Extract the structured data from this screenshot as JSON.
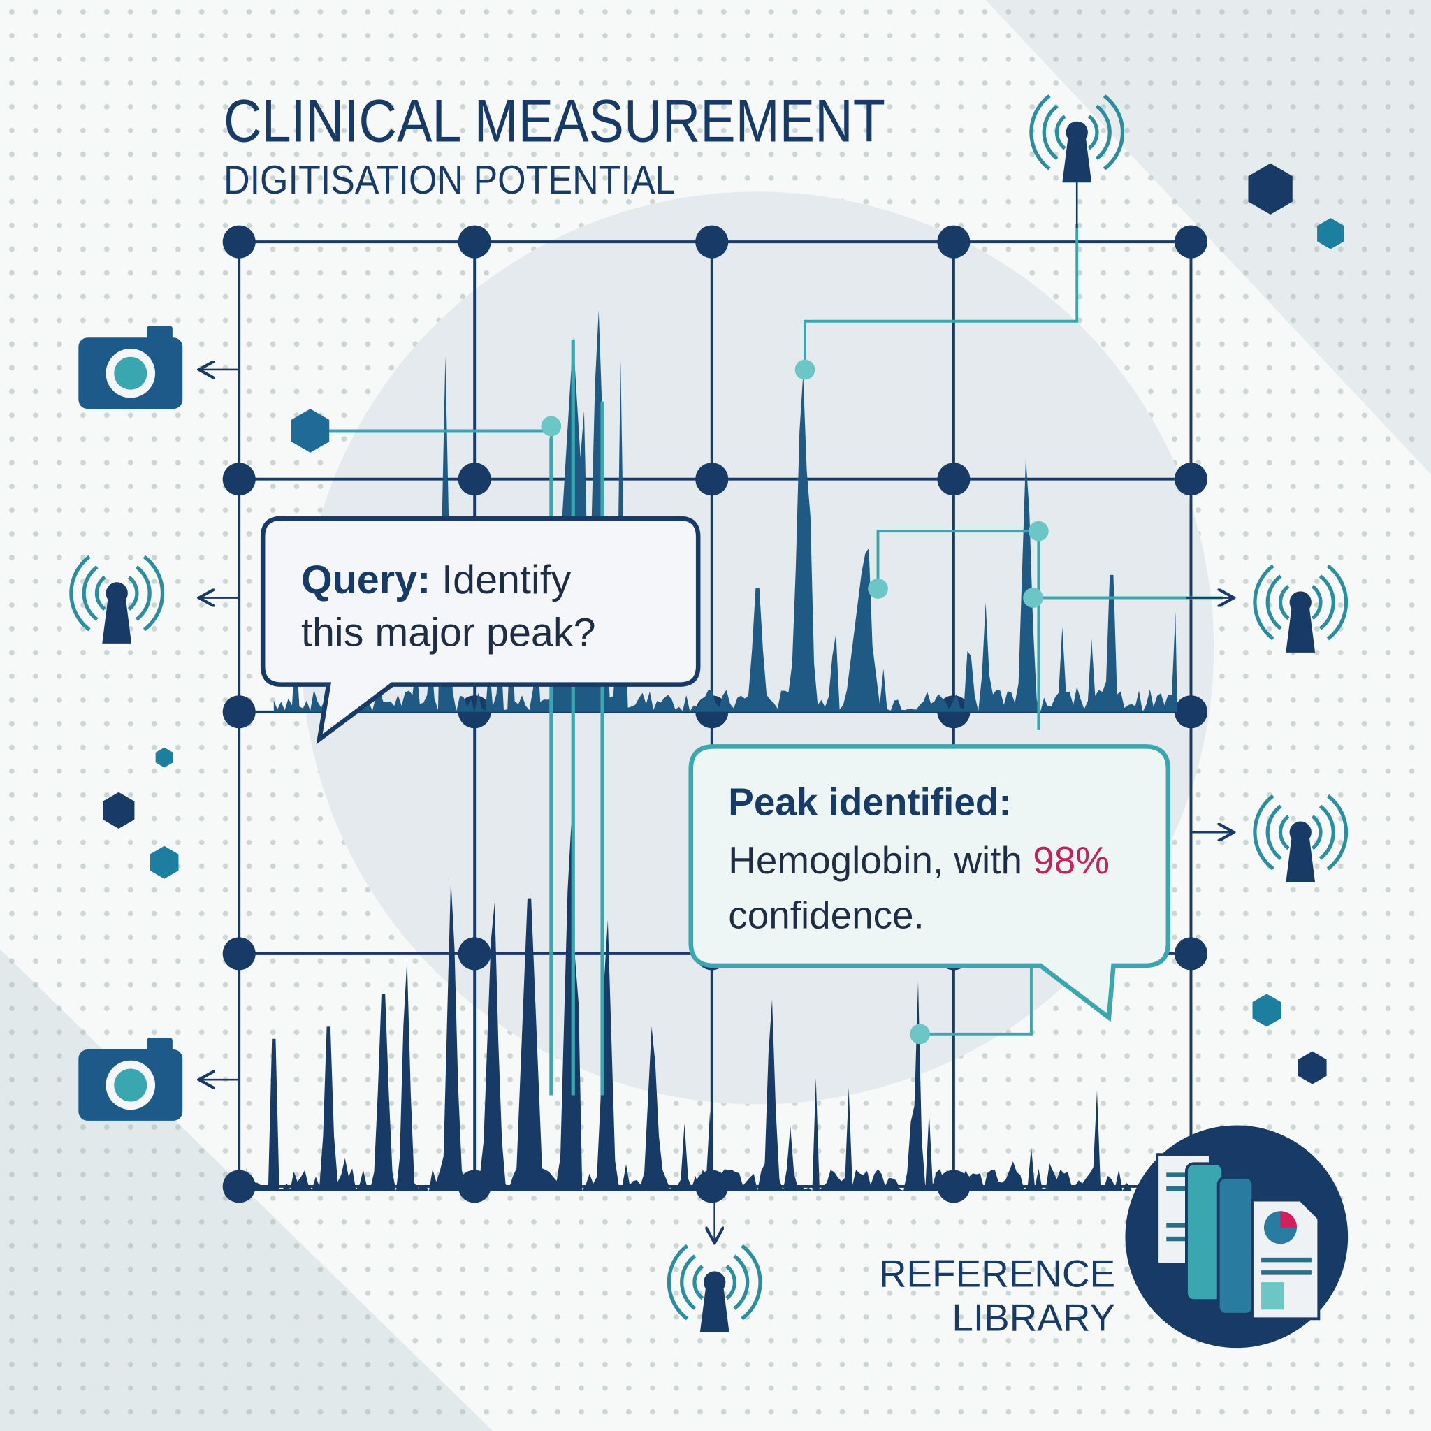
{
  "header": {
    "title": "CLINICAL MEASUREMENT",
    "subtitle": "DIGITISATION POTENTIAL"
  },
  "query_bubble": {
    "label": "Query:",
    "line1_rest": "Identify",
    "line2": "this major peak?"
  },
  "answer_bubble": {
    "label": "Peak identified:",
    "line2_text": "Hemoglobin, with",
    "confidence": "98%",
    "line3": "confidence."
  },
  "library": {
    "line1": "REFERENCE",
    "line2": "LIBRARY"
  },
  "colors": {
    "navy": "#173a66",
    "teal": "#3aa7b0",
    "accent": "#c0255a",
    "background": "#f7f9f8"
  },
  "icons": [
    "camera-icon",
    "antenna-icon",
    "hexagon-icon",
    "books-icon",
    "document-icon",
    "pie-chart-icon",
    "arrow-icon"
  ]
}
